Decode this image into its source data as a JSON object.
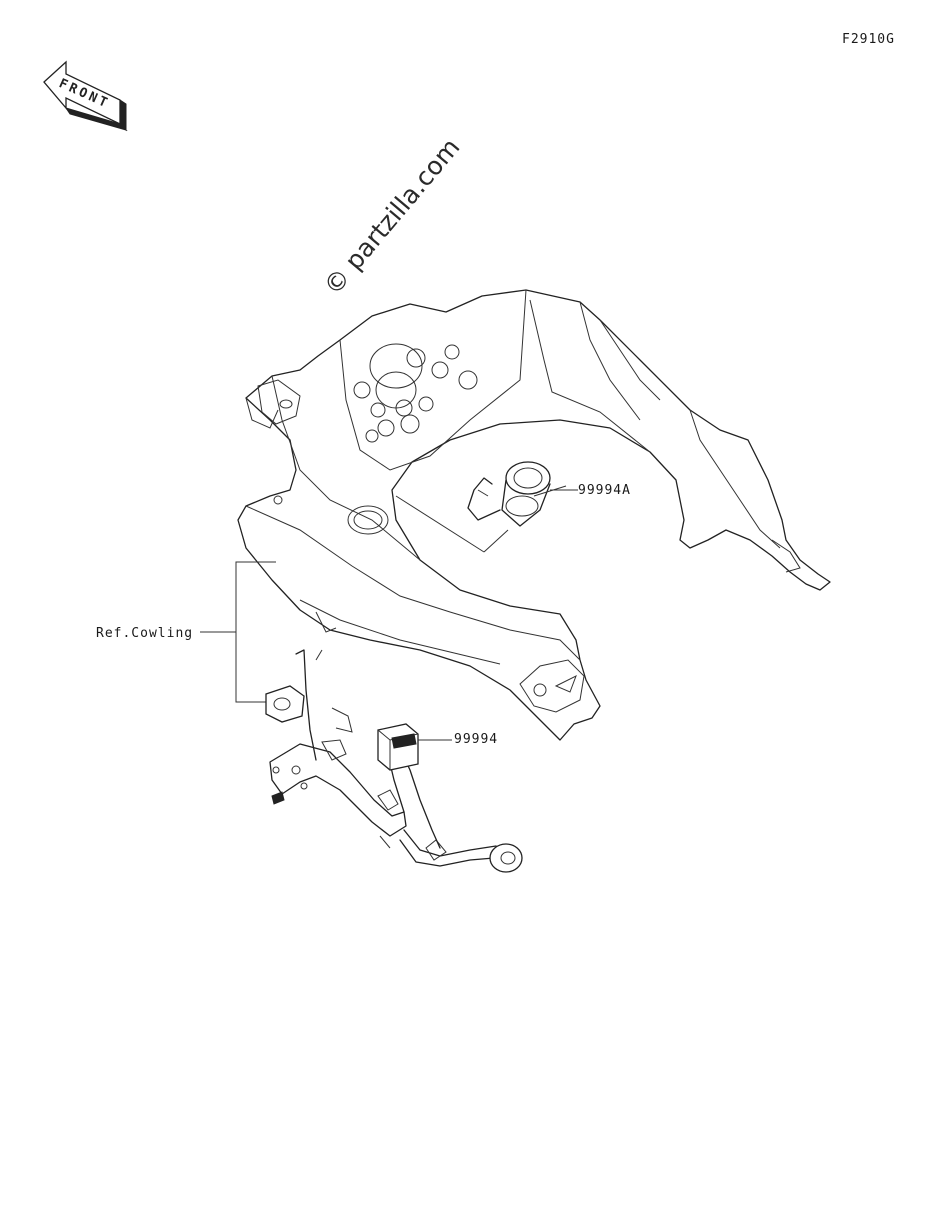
{
  "figure": {
    "id": "F2910G",
    "front_arrow_label": "FRONT",
    "watermark": "© partzilla.com"
  },
  "callouts": [
    {
      "part_no": "99994A"
    },
    {
      "part_no": "99994"
    }
  ],
  "reference": {
    "label": "Ref.Cowling"
  },
  "colors": {
    "line": "#222222",
    "background": "#ffffff"
  }
}
